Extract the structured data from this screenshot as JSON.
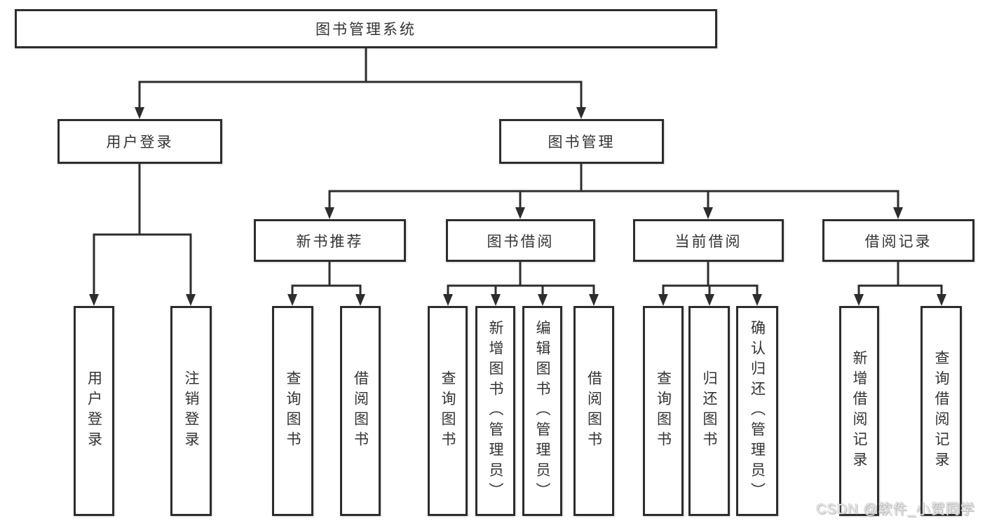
{
  "diagram": {
    "title_node": {
      "label": "图书管理系统"
    },
    "level2": [
      {
        "id": "user-login",
        "label": "用户登录"
      },
      {
        "id": "book-management",
        "label": "图书管理"
      }
    ],
    "level3": [
      {
        "id": "new-book-recommend",
        "label": "新书推荐"
      },
      {
        "id": "book-borrow",
        "label": "图书借阅"
      },
      {
        "id": "current-borrow",
        "label": "当前借阅"
      },
      {
        "id": "borrow-record",
        "label": "借阅记录"
      }
    ],
    "leaves": [
      {
        "parent": "user-login",
        "label": "用户登录"
      },
      {
        "parent": "user-login",
        "label": "注销登录"
      },
      {
        "parent": "new-book-recommend",
        "label": "查询图书"
      },
      {
        "parent": "new-book-recommend",
        "label": "借阅图书"
      },
      {
        "parent": "book-borrow",
        "label": "查询图书"
      },
      {
        "parent": "book-borrow",
        "label": "新增图书（管理员）"
      },
      {
        "parent": "book-borrow",
        "label": "编辑图书（管理员）"
      },
      {
        "parent": "book-borrow",
        "label": "借阅图书"
      },
      {
        "parent": "current-borrow",
        "label": "查询图书"
      },
      {
        "parent": "current-borrow",
        "label": "归还图书"
      },
      {
        "parent": "current-borrow",
        "label": "确认归还（管理员）"
      },
      {
        "parent": "borrow-record",
        "label": "新增借阅记录"
      },
      {
        "parent": "borrow-record",
        "label": "查询借阅记录"
      }
    ],
    "watermark": "CSDN @软件_小贺同学",
    "colors": {
      "line": "#2d2d2d",
      "text": "#333333",
      "background": "#ffffff",
      "watermark": "#ececec"
    }
  }
}
